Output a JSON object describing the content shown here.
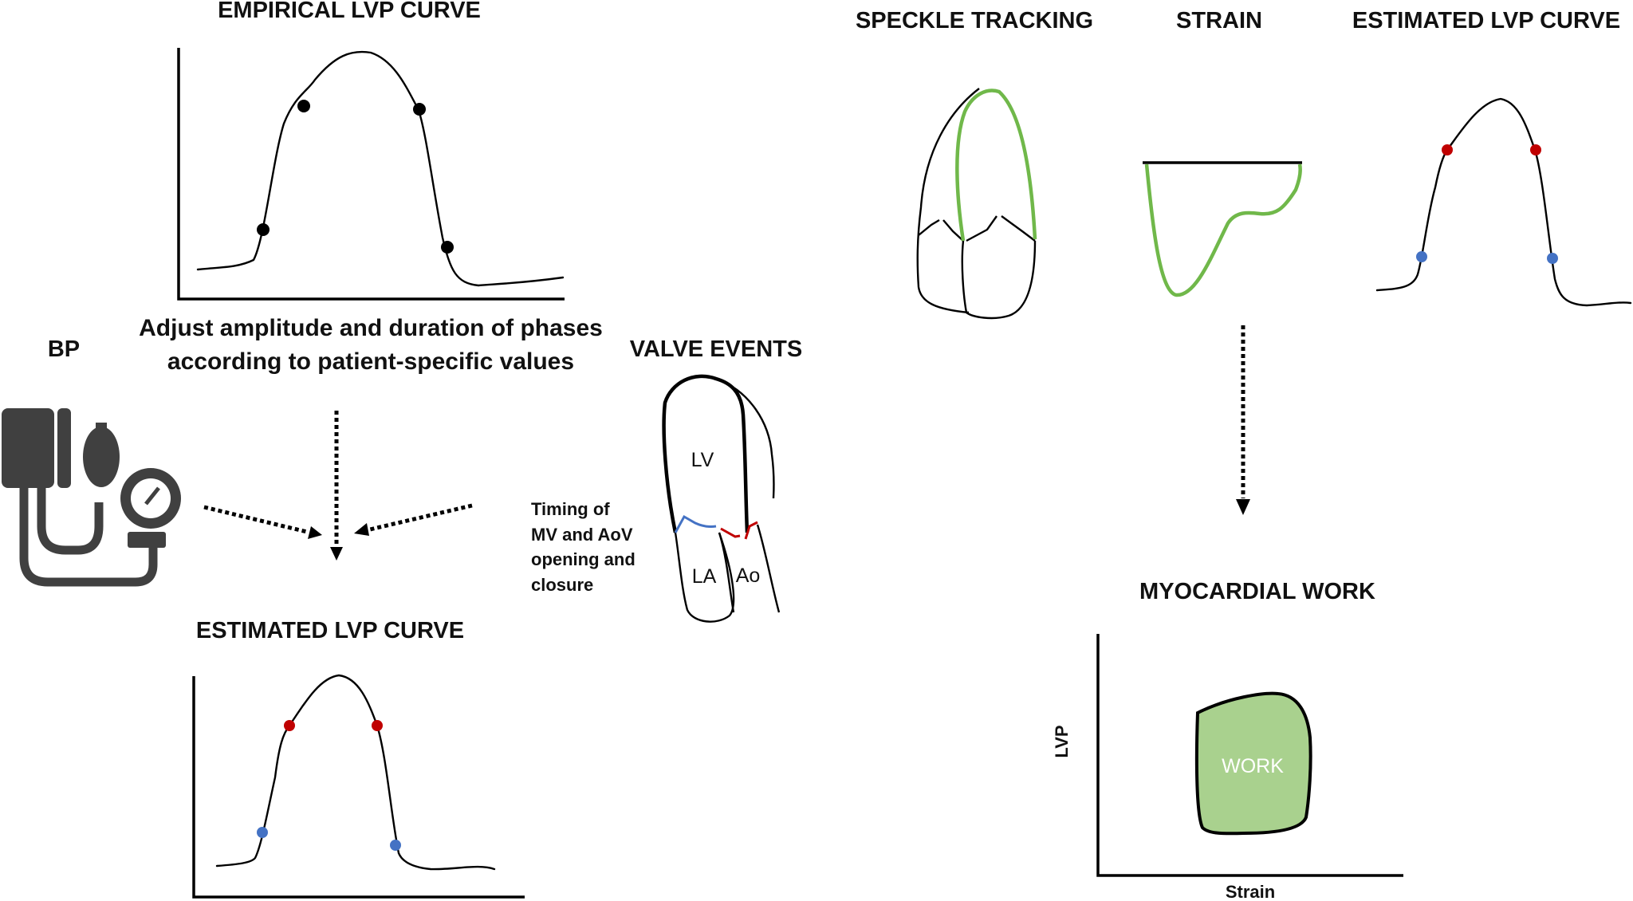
{
  "empirical": {
    "title": "EMPIRICAL LVP CURVE"
  },
  "adjust": {
    "line1": "Adjust amplitude and duration of phases",
    "line2": "according to patient-specific values"
  },
  "bp": {
    "label": "BP",
    "icon": "blood-pressure-cuff-icon"
  },
  "valve": {
    "title": "VALVE EVENTS",
    "timing": [
      "Timing of",
      "MV and AoV",
      "opening and",
      "closure"
    ],
    "lv": "LV",
    "la": "LA",
    "ao": "Ao"
  },
  "estimated_left": {
    "title": "ESTIMATED LVP CURVE"
  },
  "speckle": {
    "title": "SPECKLE TRACKING"
  },
  "strain": {
    "title": "STRAIN"
  },
  "estimated_right": {
    "title": "ESTIMATED LVP CURVE"
  },
  "work": {
    "title": "MYOCARDIAL WORK",
    "ylabel": "LVP",
    "xlabel": "Strain",
    "area_label": "WORK"
  },
  "colors": {
    "event_black": "#000000",
    "closure_red": "#c00000",
    "opening_blue": "#4472c4",
    "strain_green": "#70b84a",
    "work_fill": "#a9d18e"
  }
}
